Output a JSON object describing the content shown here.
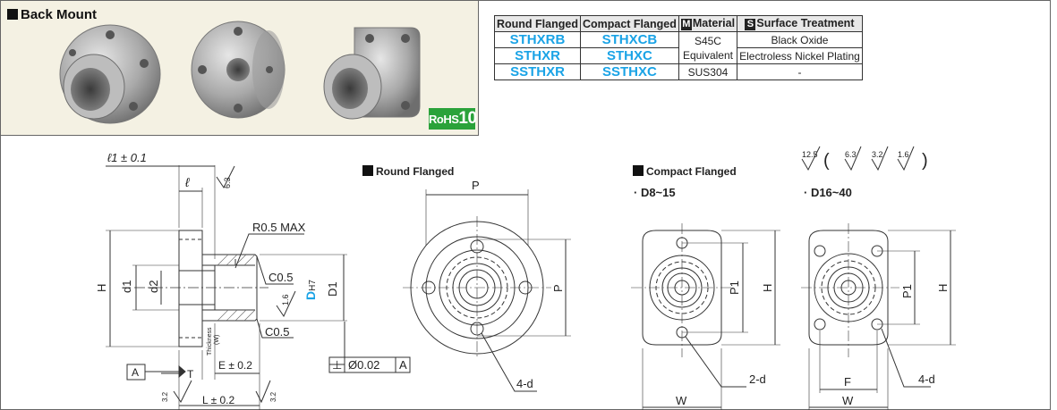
{
  "section_title": "Back Mount",
  "rohs": {
    "prefix": "RoHS",
    "num": "10"
  },
  "table": {
    "headers": {
      "round": "Round Flanged",
      "compact": "Compact Flanged",
      "material_badge": "M",
      "material": "Material",
      "surface_badge": "S",
      "surface": "Surface Treatment"
    },
    "rows": [
      {
        "round": "STHXRB",
        "compact": "STHXCB",
        "surface": "Black Oxide"
      },
      {
        "round": "STHXR",
        "compact": "STHXC",
        "surface": "Electroless Nickel Plating"
      },
      {
        "round": "SSTHXR",
        "compact": "SSTHXC",
        "material": "SUS304",
        "surface": "-"
      }
    ],
    "material_merged_line1": "S45C",
    "material_merged_line2": "Equivalent"
  },
  "drawing": {
    "side": {
      "l1": "ℓ1 ± 0.1",
      "l": "ℓ",
      "rough63": "6.3",
      "r05": "R0.5 MAX",
      "c05a": "C0.5",
      "c05b": "C0.5",
      "rough16": "1.6",
      "dh7_d": "D",
      "dh7_h": "H7",
      "d1cap": "D1",
      "h": "H",
      "d1": "d1",
      "d2": "d2",
      "thickness": "Thickness",
      "thickness_w": "(W)",
      "e": "E ± 0.2",
      "t": "T",
      "datum": "A",
      "perp_sym": "⊥",
      "perp_val": "Ø0.02",
      "perp_ref": "A",
      "r32a": "3.2",
      "r32b": "3.2",
      "len": "L ± 0.2"
    },
    "round": {
      "title": "Round Flanged",
      "p_top": "P",
      "p_side": "P",
      "hole": "4-d"
    },
    "compact": {
      "title": "Compact Flanged",
      "sub1": "· D8~15",
      "sub2": "· D16~40",
      "p1a": "P1",
      "h_a": "H",
      "hole_a": "2-d",
      "w_a": "W",
      "p1b": "P1",
      "h_b": "H",
      "hole_b": "4-d",
      "f_b": "F",
      "w_b": "W"
    },
    "roughness": {
      "r125": "12.5",
      "r63": "6.3",
      "r32": "3.2",
      "r16": "1.6",
      "open": "(",
      "close": ")"
    }
  }
}
